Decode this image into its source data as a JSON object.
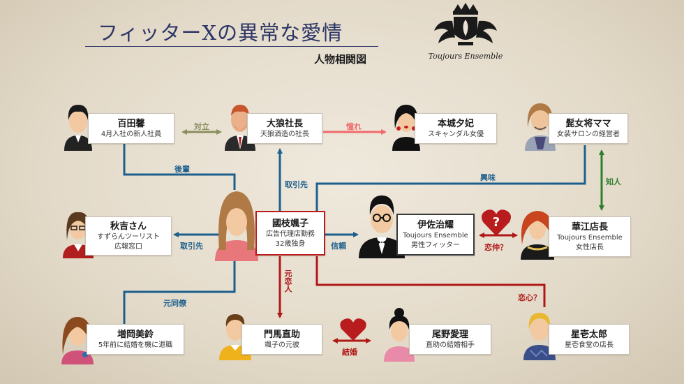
{
  "header": {
    "title": "フィッターXの異常な愛情",
    "subtitle": "人物相関図",
    "logo_text": "Toujours Ensemble"
  },
  "people": {
    "momota": {
      "name": "百田馨",
      "desc": [
        "4月入社の新人社員"
      ]
    },
    "ohgami": {
      "name": "大狼社長",
      "desc": [
        "天狼酒造の社長"
      ]
    },
    "honjo": {
      "name": "本城夕妃",
      "desc": [
        "スキャンダル女優"
      ]
    },
    "higejo": {
      "name": "髭女将ママ",
      "desc": [
        "女装サロンの経営者"
      ]
    },
    "akiyoshi": {
      "name": "秋吉さん",
      "desc": [
        "すずらんツーリスト",
        "広報窓口"
      ]
    },
    "kunieda": {
      "name": "國枝颯子",
      "desc": [
        "広告代理店勤務",
        "32歳独身"
      ]
    },
    "isa": {
      "name": "伊佐治耀",
      "desc": [
        "Toujours Ensemble",
        "男性フィッター"
      ]
    },
    "hanae": {
      "name": "華江店長",
      "desc": [
        "Toujours Ensemble",
        "女性店長"
      ]
    },
    "masuoka": {
      "name": "増岡美鈴",
      "desc": [
        "5年前に結婚を機に退職"
      ]
    },
    "kadoma": {
      "name": "門馬直助",
      "desc": [
        "颯子の元彼"
      ]
    },
    "ono": {
      "name": "尾野愛理",
      "desc": [
        "直助の結婚相手"
      ]
    },
    "hoshi": {
      "name": "星壱太郎",
      "desc": [
        "星壱食堂の店長"
      ]
    }
  },
  "relations": {
    "taiuritsu": "対立",
    "akogare": "憧れ",
    "kohai": "後輩",
    "torihikisaki_up": "取引先",
    "kyomi": "興味",
    "chijin": "知人",
    "torihikisaki_left": "取引先",
    "shinrai": "信頼",
    "koinaka": "恋仲？",
    "motokoibito": "元恋人",
    "motodoryo": "元同僚",
    "koigokoro": "恋心？",
    "kekkon": "結婚"
  },
  "colors": {
    "blue": "#1d5f8c",
    "red": "#b01818",
    "pink": "#ef6b6b",
    "green": "#2f7d2f",
    "olive": "#8a8f5e",
    "title": "#2c3566"
  }
}
